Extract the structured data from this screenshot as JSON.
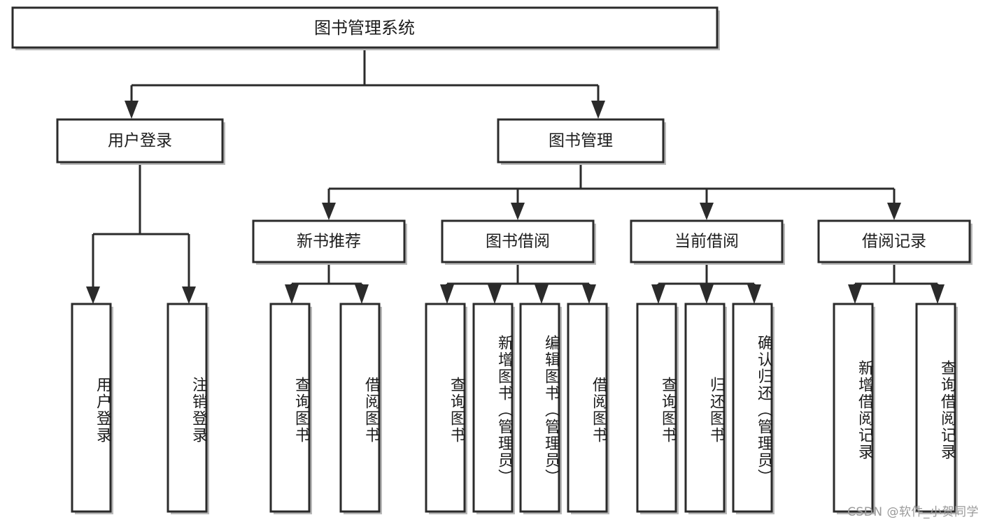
{
  "diagram": {
    "type": "hierarchy-tree",
    "title": "图书管理系统",
    "watermark": "CSDN @软件_小贺同学",
    "colors": {
      "stroke": "#2b2b2b",
      "fill": "#ffffff",
      "shadow": "#b9b9b9",
      "text": "#1c1c1c",
      "watermark": "#9a9a9a"
    },
    "levels": {
      "level1": {
        "label": "图书管理系统"
      },
      "level2": [
        {
          "label": "用户登录"
        },
        {
          "label": "图书管理"
        }
      ],
      "level3": [
        {
          "label": "新书推荐"
        },
        {
          "label": "图书借阅"
        },
        {
          "label": "当前借阅"
        },
        {
          "label": "借阅记录"
        }
      ],
      "leaves": {
        "user_login": [
          {
            "label": "用户登录"
          },
          {
            "label": "注销登录"
          }
        ],
        "new_book_recommend": [
          {
            "label": "查询图书"
          },
          {
            "label": "借阅图书"
          }
        ],
        "book_borrow": [
          {
            "label": "查询图书"
          },
          {
            "label": "新增图书（管理员）"
          },
          {
            "label": "编辑图书（管理员）"
          },
          {
            "label": "借阅图书"
          }
        ],
        "current_borrow": [
          {
            "label": "查询图书"
          },
          {
            "label": "归还图书"
          },
          {
            "label": "确认归还（管理员）"
          }
        ],
        "borrow_record": [
          {
            "label": "新增借阅记录"
          },
          {
            "label": "查询借阅记录"
          }
        ]
      }
    }
  }
}
